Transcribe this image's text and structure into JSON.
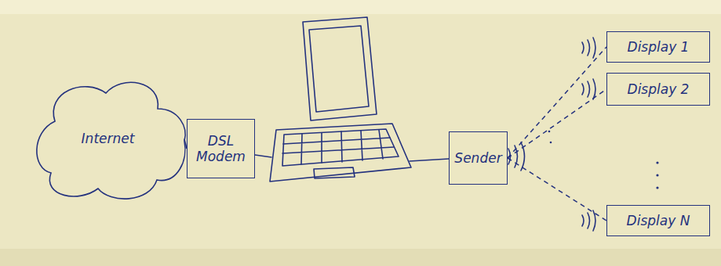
{
  "diagram": {
    "nodes": [
      {
        "text": [
          "Internet"
        ]
      },
      {
        "text": [
          "DSL Modem"
        ]
      },
      {
        "text": [
          "Sender"
        ]
      },
      {
        "text": [
          "Display 1"
        ]
      },
      {
        "text": [
          "Display 2"
        ]
      },
      {
        "text": [
          "Display N"
        ]
      }
    ],
    "edges": [
      {
        "from": 0,
        "to": 1,
        "arrow": "none"
      },
      {
        "from": 2,
        "to": 3,
        "arrow": "none"
      },
      {
        "from": 2,
        "to": 4,
        "arrow": "none"
      },
      {
        "from": 2,
        "to": 5,
        "arrow": "none"
      }
    ]
  }
}
